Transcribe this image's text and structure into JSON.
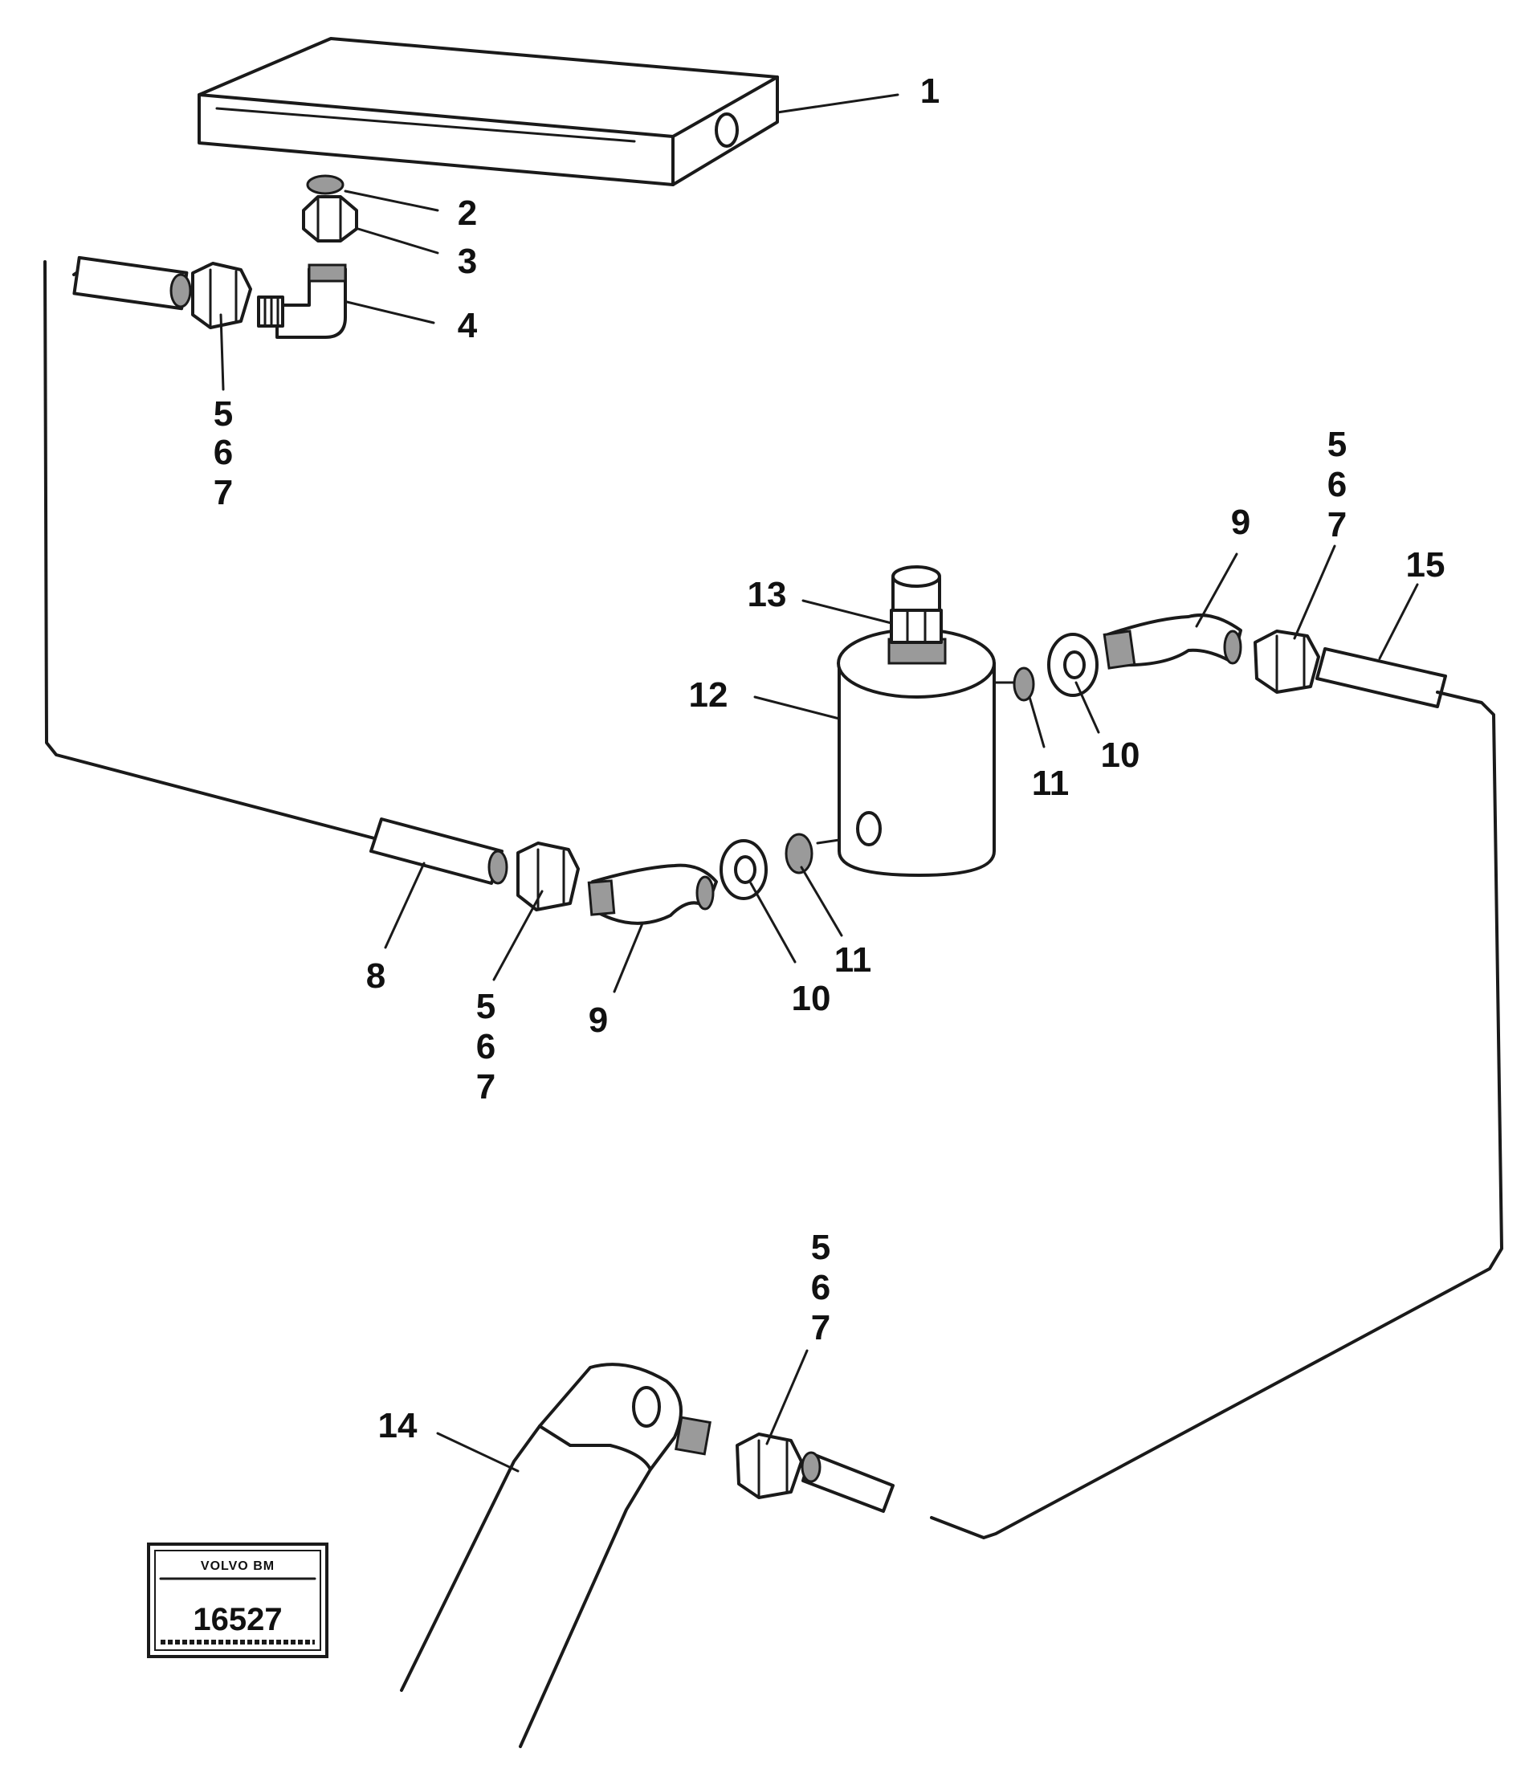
{
  "callouts": {
    "c1": "1",
    "c2": "2",
    "c3": "3",
    "c4": "4",
    "c5a": "5",
    "c6a": "6",
    "c7a": "7",
    "c5b": "5",
    "c6b": "6",
    "c7b": "7",
    "c5c": "5",
    "c6c": "6",
    "c7c": "7",
    "c5d": "5",
    "c6d": "6",
    "c7d": "7",
    "c8": "8",
    "c9a": "9",
    "c9b": "9",
    "c10a": "10",
    "c10b": "10",
    "c11a": "11",
    "c11b": "11",
    "c12": "12",
    "c13": "13",
    "c14": "14",
    "c15": "15"
  },
  "stamp": {
    "brand": "VOLVO BM",
    "number": "16527"
  }
}
